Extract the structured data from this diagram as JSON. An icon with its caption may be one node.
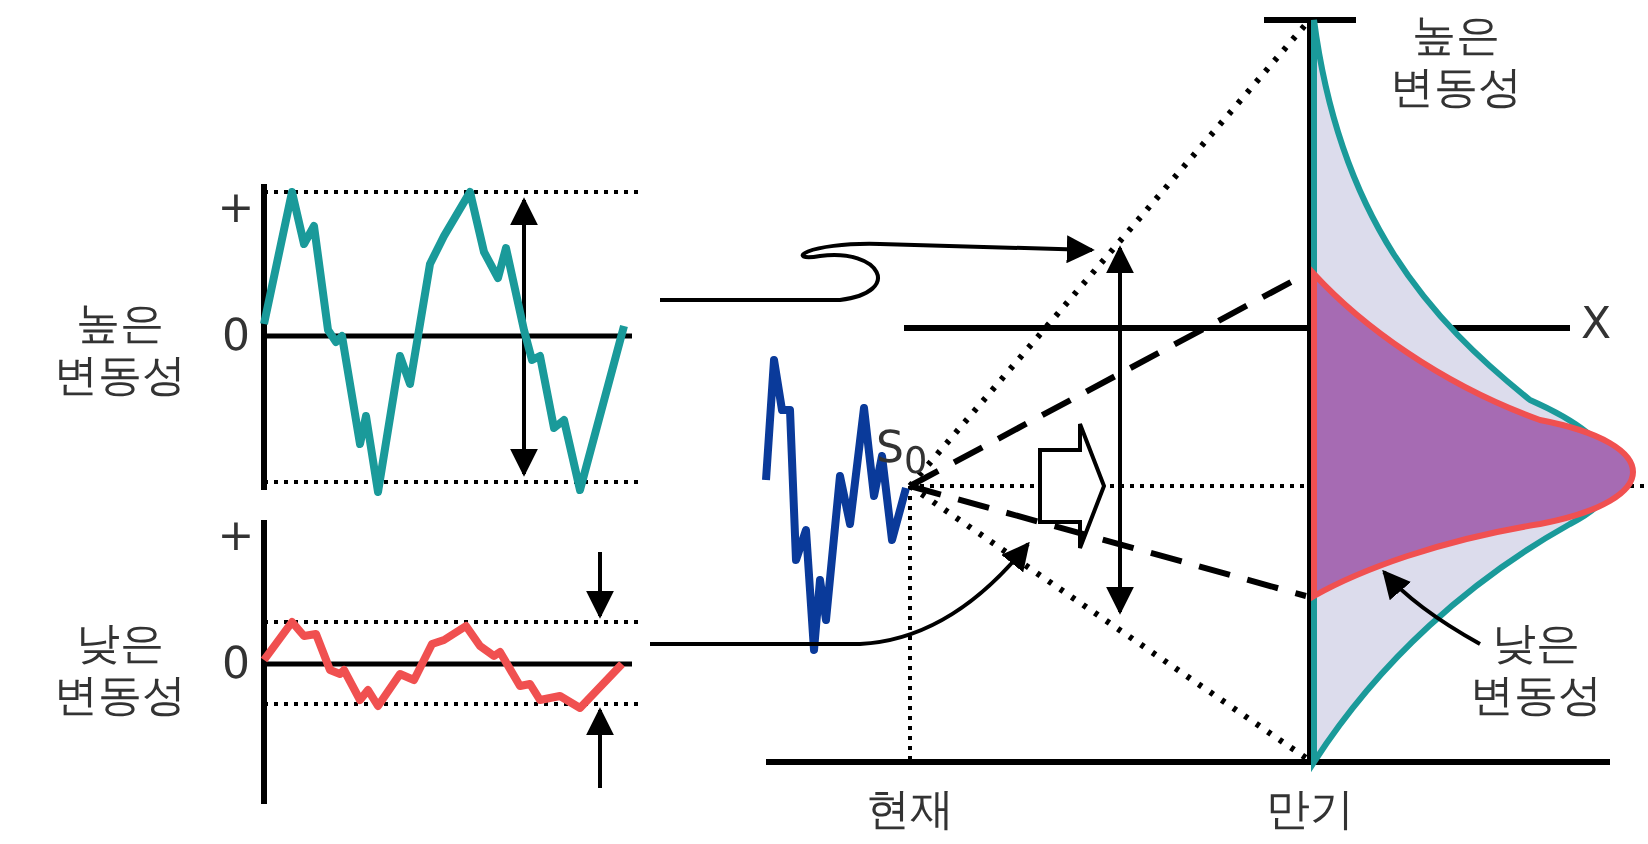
{
  "diagram": {
    "nodes": [
      {
        "text": [],
        "shape": "picture"
      },
      {
        "text": [],
        "shape": "picture"
      },
      {
        "text": [],
        "shape": "picture"
      },
      {
        "text": [
          "낮은 변동성"
        ]
      },
      {
        "text": [],
        "shape": "picture"
      }
    ],
    "edges": [
      {
        "from": 0,
        "to": 2,
        "arrow": "to"
      },
      {
        "from": 1,
        "to": 2,
        "arrow": "to"
      },
      {
        "from": 3,
        "to": 4,
        "arrow": "to"
      }
    ],
    "labels": [
      "높은 변동성",
      "+",
      "0",
      "낮은 변동성",
      "+",
      "0",
      "높은 변동성",
      "X",
      "S$_{0}$",
      "현재",
      "만기"
    ]
  }
}
